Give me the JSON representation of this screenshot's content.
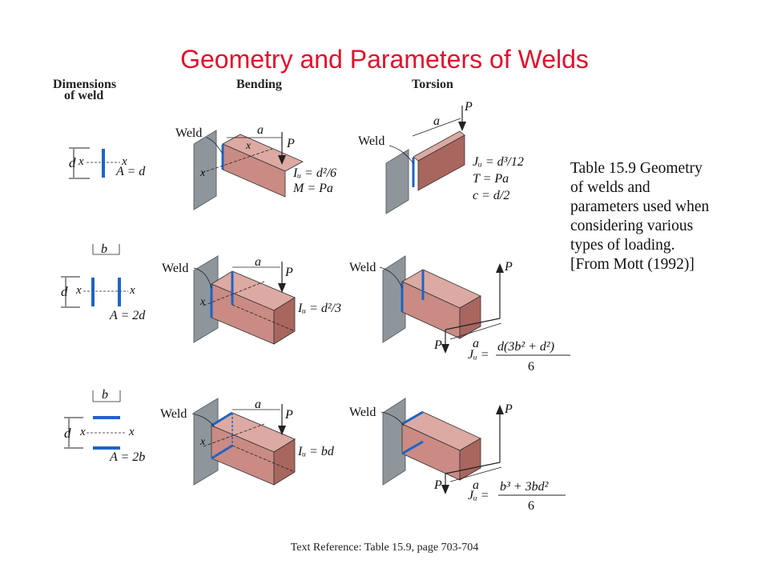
{
  "slide": {
    "title": "Geometry and Parameters of Welds",
    "footer": "Text Reference:  Table 15.9,  page 703-704"
  },
  "headers": {
    "dimensions_line1": "Dimensions",
    "dimensions_line2": "of weld",
    "bending": "Bending",
    "torsion": "Torsion"
  },
  "caption_lines": [
    "Table 15.9  Geometry",
    "of welds and",
    "parameters used when",
    "considering various",
    "types of loading.",
    "[From Mott (1992)]"
  ],
  "labels": {
    "weld": "Weld",
    "a": "a",
    "p": "P",
    "x": "x",
    "d": "d",
    "b": "b"
  },
  "rows": [
    {
      "area": "A = d",
      "bending_formulas": [
        "Iᵤ = d²/6",
        "M = Pa"
      ],
      "torsion_formulas": [
        "Jᵤ = d³/12",
        "T = Pa",
        "c = d/2"
      ]
    },
    {
      "area": "A = 2d",
      "bending_formulas": [
        "Iᵤ = d²/3"
      ],
      "torsion_lhs": "Jᵤ =",
      "torsion_numerator": "d(3b² + d²)",
      "torsion_denominator": "6"
    },
    {
      "area": "A = 2b",
      "bending_formulas": [
        "Iᵤ = bd"
      ],
      "torsion_lhs": "Jᵤ =",
      "torsion_numerator": "b³ + 3bd²",
      "torsion_denominator": "6"
    }
  ],
  "colors": {
    "title": "#e0102c",
    "weld_line": "#1f63c4",
    "member_face": "#c98b84",
    "member_top": "#dcaaa2",
    "member_side": "#a8665f",
    "wall_face": "#8e969c",
    "wall_edge": "#5d6468"
  }
}
